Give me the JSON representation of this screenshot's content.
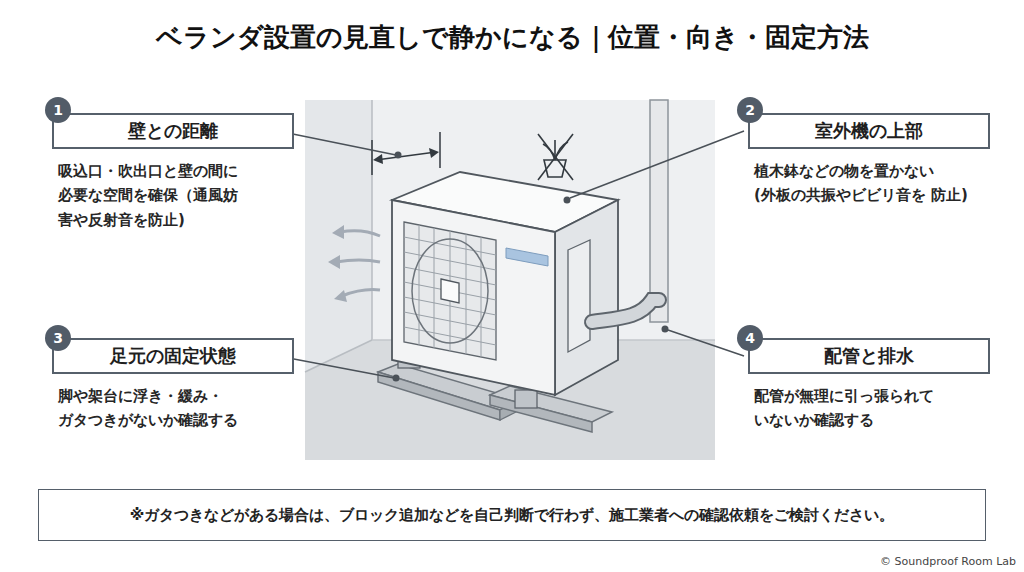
{
  "diagram": {
    "title": "ベランダ設置の見直しで静かになる｜位置・向き・固定方法",
    "nodes": [
      {
        "text": [
          "壁との距離",
          "吸込口・吹出口と壁の間に 必要な空間を確保（通風妨 害や反射音を防止)"
        ]
      },
      {
        "text": [
          "室外機の上部",
          "植木鉢などの物を置かない (外板の共振やビビリ音を 防止)"
        ]
      },
      {
        "text": [
          "足元の固定状態",
          "脚や架台に浮き・緩み・ ガタつきがないか確認する"
        ]
      },
      {
        "text": [
          "配管と排水",
          "配管が無理に引っ張られて いないか確認する"
        ]
      },
      {
        "text": [
          "※ガタつきなどがある場合は、ブロック追加などを自己判断で行わず、施工業者への確認依頼をご検討ください。"
        ]
      }
    ],
    "labels": [
      "1",
      "2",
      "3",
      "4",
      "© Soundproof Room Lab"
    ]
  }
}
